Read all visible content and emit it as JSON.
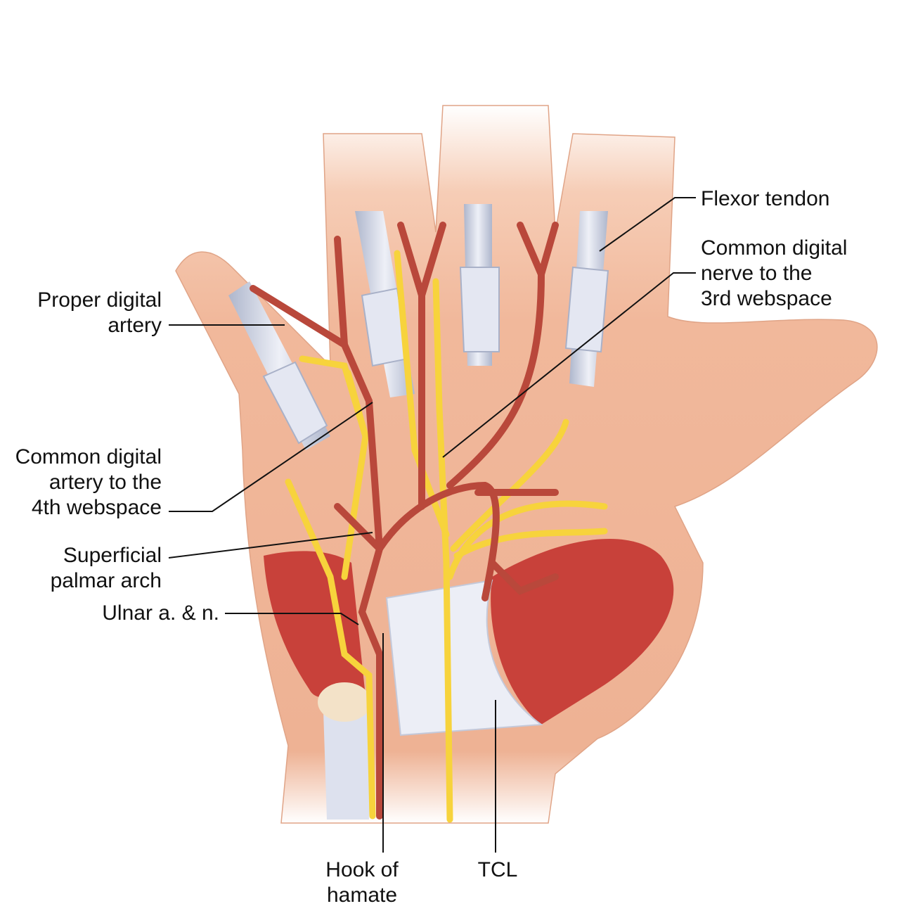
{
  "labels": {
    "flexor_tendon": "Flexor tendon",
    "common_digital_nerve": [
      "Common digital",
      "nerve to the",
      "3rd webspace"
    ],
    "proper_digital_artery": [
      "Proper digital",
      "artery"
    ],
    "common_digital_artery": [
      "Common digital",
      "artery to the",
      "4th webspace"
    ],
    "superficial_palmar_arch": [
      "Superficial",
      "palmar arch"
    ],
    "ulnar_a_n": "Ulnar a. & n.",
    "hook_of_hamate": [
      "Hook of",
      "hamate"
    ],
    "tcl": "TCL"
  },
  "colors": {
    "skin": "#f1b89b",
    "muscle": "#c8413a",
    "artery": "#b9483b",
    "nerve": "#f7d33c",
    "tendon": "#cdd3e3",
    "ligament": "#eceef6"
  }
}
